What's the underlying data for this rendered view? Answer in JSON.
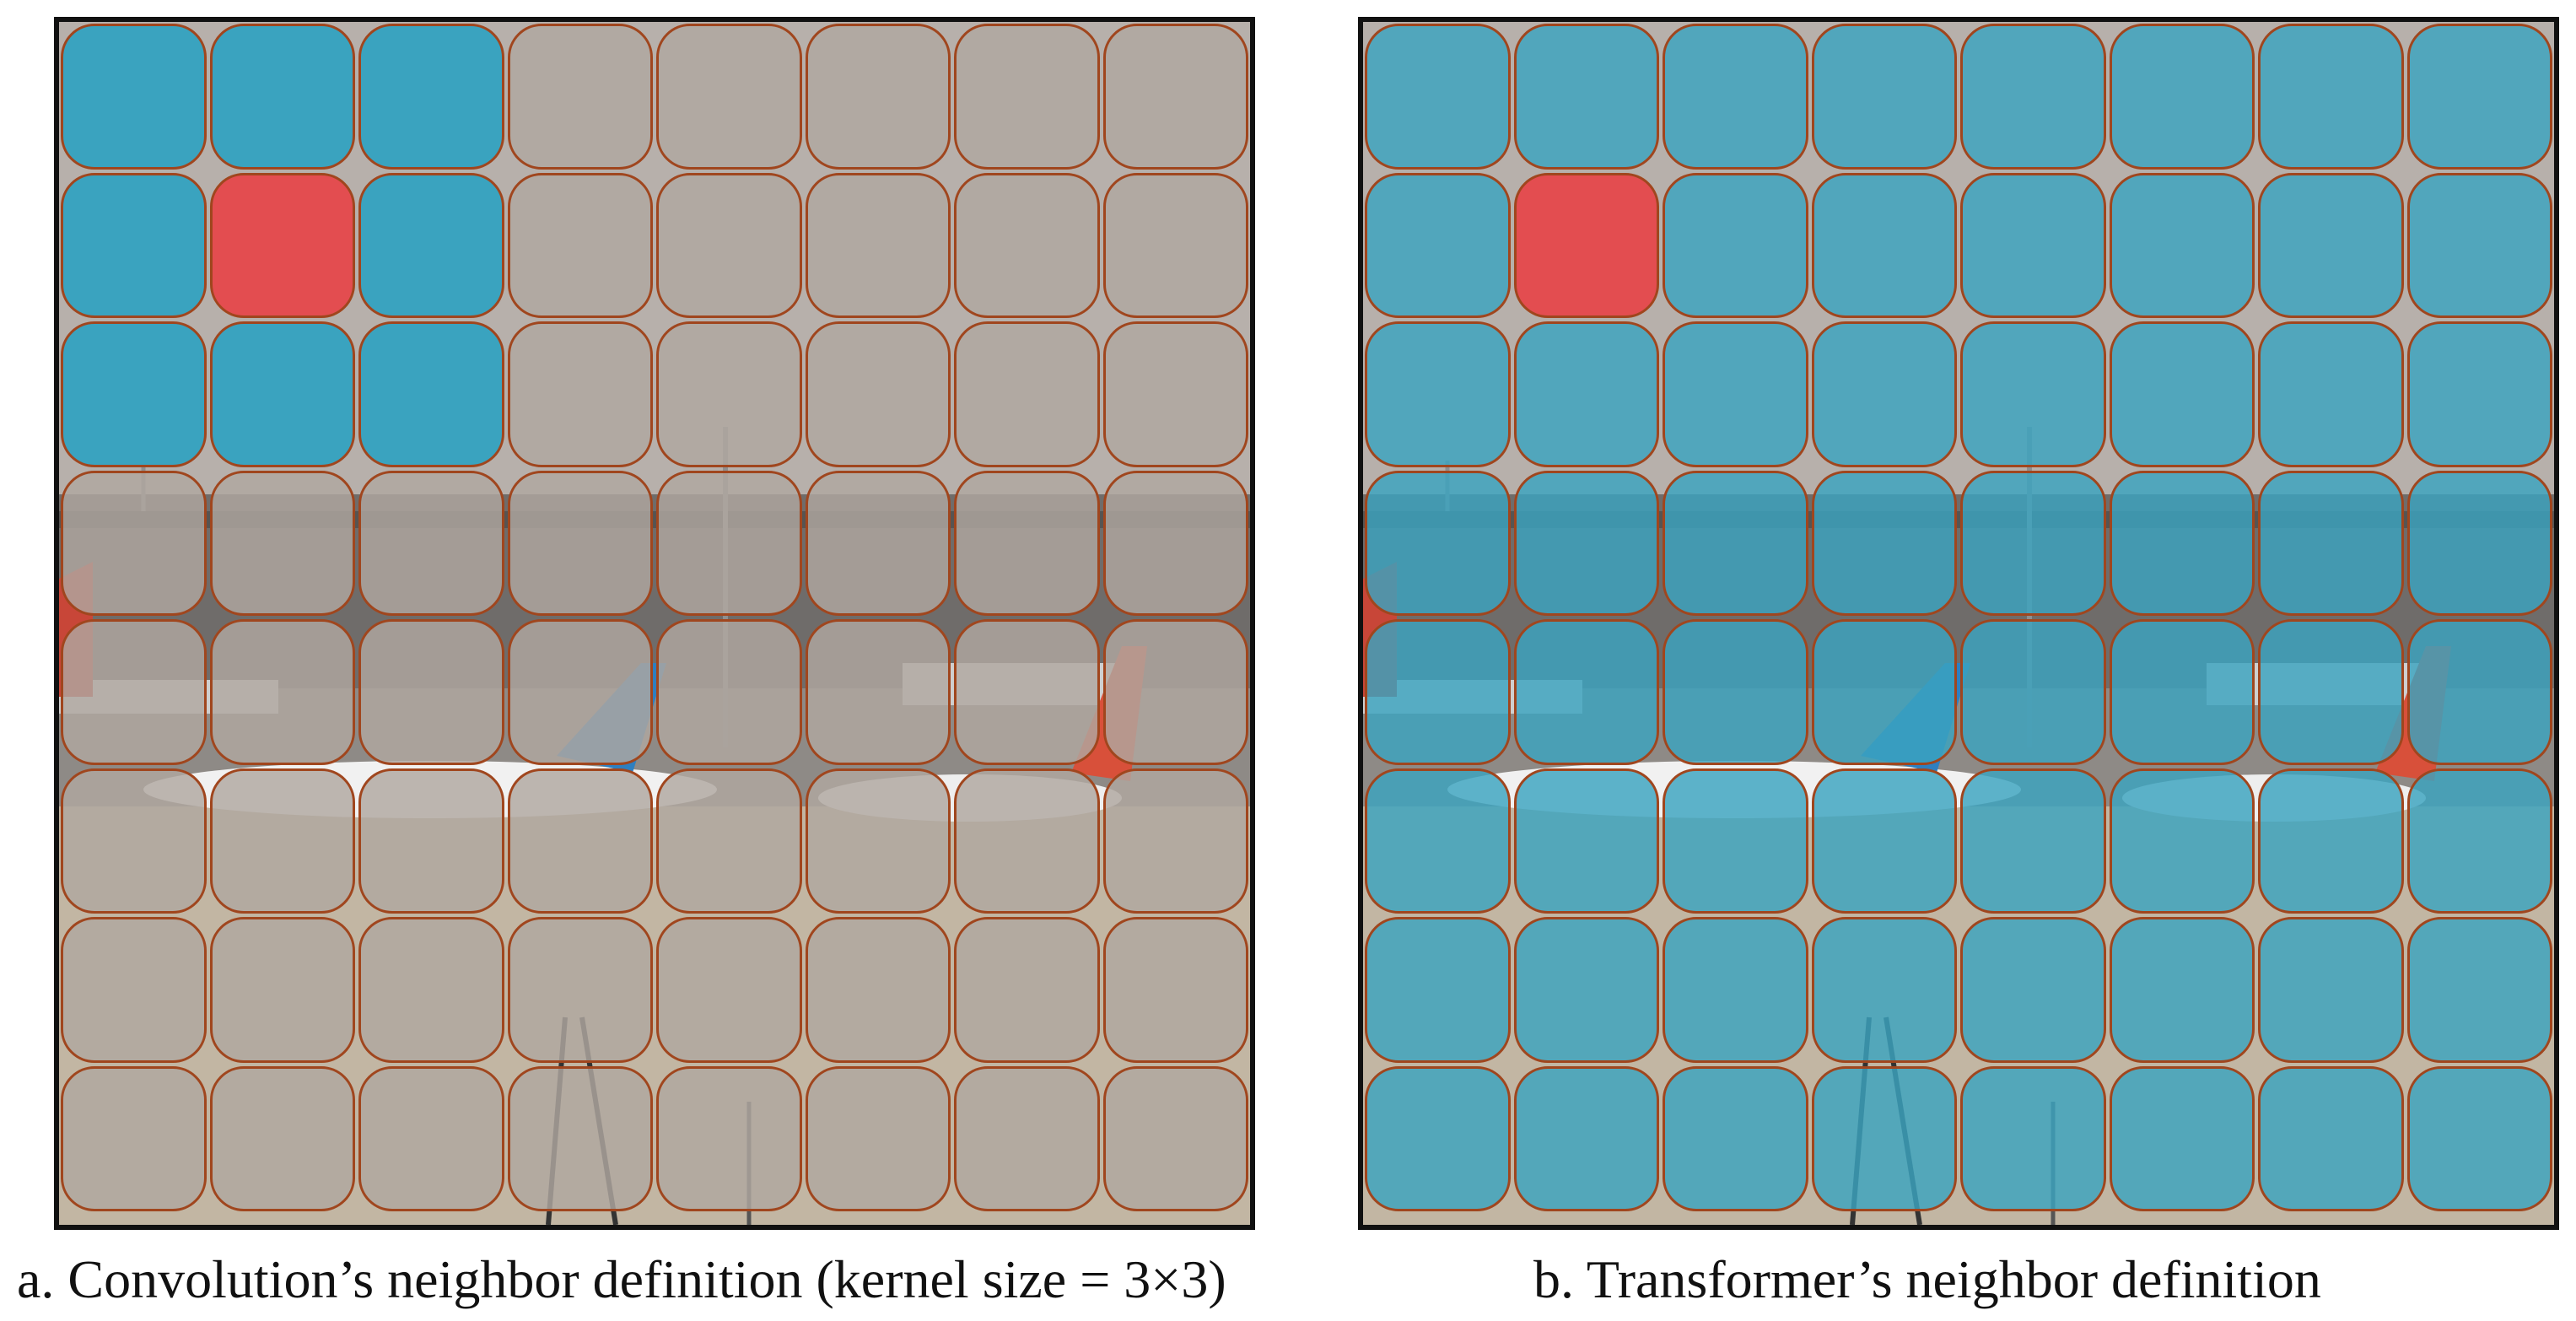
{
  "panels": [
    {
      "id": "a",
      "caption": "a. Convolution’s neighbor definition (kernel size = 3×3)",
      "grid_size": 8,
      "center_cell": [
        1,
        1
      ],
      "neighbor_cells": [
        [
          0,
          0
        ],
        [
          0,
          1
        ],
        [
          0,
          2
        ],
        [
          1,
          0
        ],
        [
          1,
          2
        ],
        [
          2,
          0
        ],
        [
          2,
          1
        ],
        [
          2,
          2
        ]
      ],
      "neighbor_scope": "3x3 kernel"
    },
    {
      "id": "b",
      "caption": "b. Transformer’s neighbor definition",
      "grid_size": 8,
      "center_cell": [
        1,
        1
      ],
      "neighbor_scope": "all cells"
    }
  ],
  "colors": {
    "center": "#e34d50",
    "neighbor": "#3aa3bf",
    "non_neighbor": "#b0a7a0",
    "grid_line": "#a0461e"
  }
}
